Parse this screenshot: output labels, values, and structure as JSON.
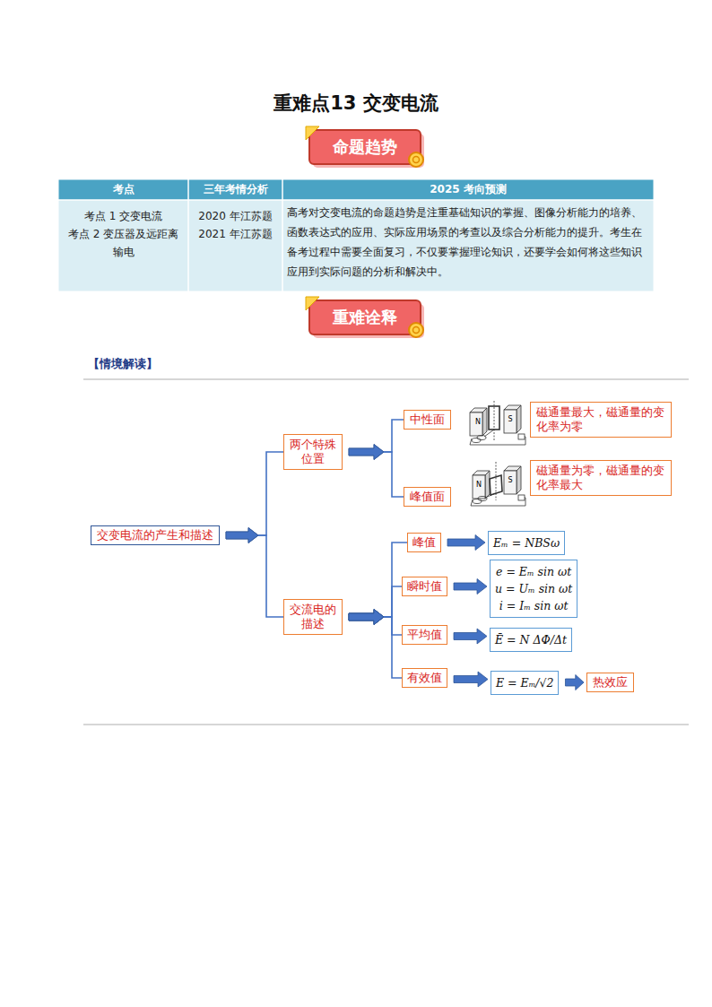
{
  "diagram": {
    "title": "重难点13 交变电流",
    "nodes": [
      {
        "text": [
          "交变电流的产生和描述"
        ]
      },
      {
        "text": [
          "两个特殊位置"
        ]
      },
      {
        "text": [
          "中性面"
        ]
      },
      {
        "text": [
          "磁通量最大，磁通量的变化率为零"
        ]
      },
      {
        "text": [
          "峰值面"
        ]
      },
      {
        "text": [
          "磁通量为零，磁通量的变化率最大"
        ]
      },
      {
        "text": [
          "交流电的描述"
        ]
      },
      {
        "text": [
          "峰值"
        ]
      },
      {
        "text": [
          "Eₘ = NBSω"
        ]
      },
      {
        "text": [
          "瞬时值"
        ]
      },
      {
        "text": [
          "e = Eₘ sin ωt",
          "u = Uₘ sin ωt",
          "i = Iₘ sin ωt"
        ]
      },
      {
        "text": [
          "平均值"
        ]
      },
      {
        "text": [
          "Ē = N ΔΦ/Δt"
        ]
      },
      {
        "text": [
          "有效值"
        ]
      },
      {
        "text": [
          "E = Eₘ/√2"
        ]
      },
      {
        "text": [
          "热效应"
        ]
      }
    ],
    "edges": [
      {
        "from": 0,
        "to": 1,
        "arrow": "to"
      },
      {
        "from": 0,
        "to": 6,
        "arrow": "to"
      },
      {
        "from": 1,
        "to": 2,
        "arrow": "to"
      },
      {
        "from": 1,
        "to": 4,
        "arrow": "to"
      },
      {
        "from": 6,
        "to": 7,
        "arrow": "to"
      },
      {
        "from": 6,
        "to": 9,
        "arrow": "to"
      },
      {
        "from": 6,
        "to": 11,
        "arrow": "to"
      },
      {
        "from": 6,
        "to": 13,
        "arrow": "to"
      },
      {
        "from": 7,
        "to": 8,
        "arrow": "to"
      },
      {
        "from": 9,
        "to": 10,
        "arrow": "to"
      },
      {
        "from": 11,
        "to": 12,
        "arrow": "to"
      },
      {
        "from": 13,
        "to": 14,
        "arrow": "to"
      },
      {
        "from": 14,
        "to": 15,
        "arrow": "to"
      }
    ],
    "labels": [
      "命题趋势",
      "考点",
      "三年考情分析",
      "2025 考向预测",
      "考点 1 交变电流",
      "考点 2 变压器及远距离输电",
      "2020 年江苏题",
      "2021 年江苏题",
      "高考对交变电流的命题趋势是注重基础知识的掌握、图像分析能力的培养、函数表达式的应用、实际应用场景的考查以及综合分析能力的提升。考生在备考过程中需要全面复习，不仅要掌握理论知识，还要学会如何将这些知识应用到实际问题的分析和解决中。",
      "重难诠释",
      "【情境解读】",
      "N",
      "S",
      "N",
      "S"
    ]
  }
}
